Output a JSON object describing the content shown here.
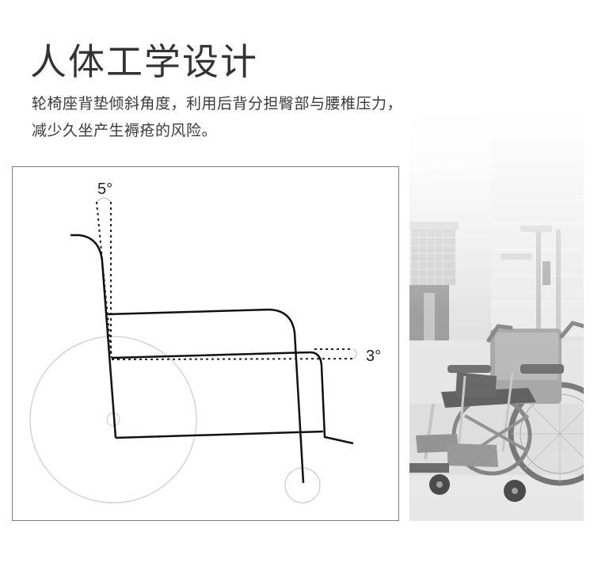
{
  "header": {
    "title": "人体工学设计",
    "description_lines": [
      "轮椅座背垫倾斜角度，利用后背分担臀部与腰椎压力，",
      "减少久坐产生褥疮的风险。"
    ]
  },
  "diagram": {
    "back_angle_label": "5°",
    "seat_angle_label": "3°",
    "frame_color": "#111111",
    "wheel_color": "#d4d4d4",
    "border_color": "#7d7d7d"
  },
  "photo": {
    "subject": "wheelchair-photo",
    "tone": "grayscale"
  }
}
